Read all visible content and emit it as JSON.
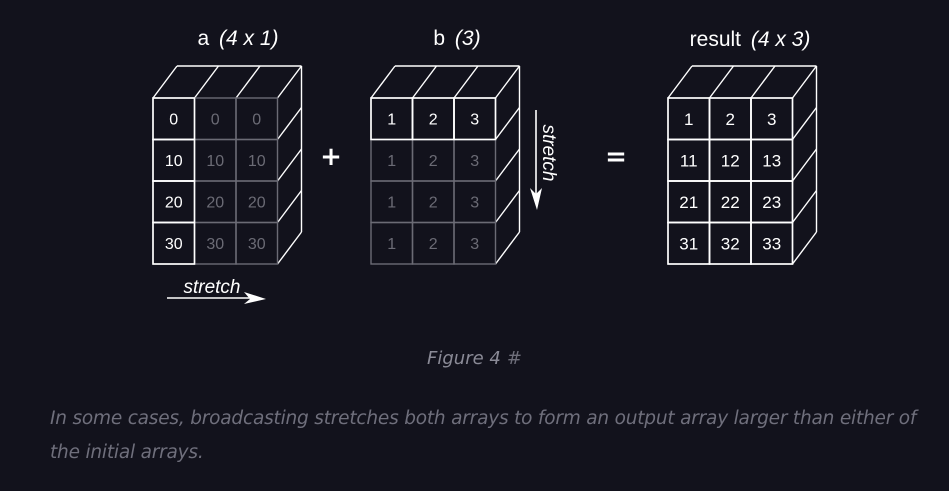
{
  "diagram": {
    "array_a": {
      "name": "a",
      "shape_label": "(4 x 1)",
      "values": [
        [
          "0",
          "0",
          "0"
        ],
        [
          "10",
          "10",
          "10"
        ],
        [
          "20",
          "20",
          "20"
        ],
        [
          "30",
          "30",
          "30"
        ]
      ],
      "stretch_label": "stretch"
    },
    "operator_plus": "+",
    "array_b": {
      "name": "b",
      "shape_label": "(3)",
      "values": [
        [
          "1",
          "2",
          "3"
        ],
        [
          "1",
          "2",
          "3"
        ],
        [
          "1",
          "2",
          "3"
        ],
        [
          "1",
          "2",
          "3"
        ]
      ],
      "stretch_label": "stretch"
    },
    "operator_equals": "=",
    "result": {
      "name": "result",
      "shape_label": "(4 x 3)",
      "values": [
        [
          "1",
          "2",
          "3"
        ],
        [
          "11",
          "12",
          "13"
        ],
        [
          "21",
          "22",
          "23"
        ],
        [
          "31",
          "32",
          "33"
        ]
      ]
    }
  },
  "figure": {
    "label": "Figure 4",
    "anchor": "#"
  },
  "caption": "In some cases, broadcasting stretches both arrays to form an output array larger than either of the initial arrays."
}
